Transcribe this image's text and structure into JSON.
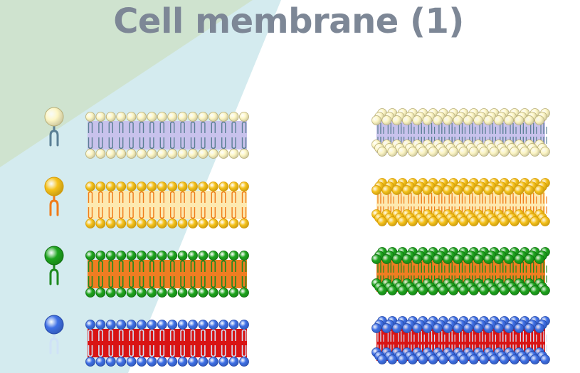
{
  "title": "Cell membrane (1)",
  "colors": {
    "background_green": "#cfe3cf",
    "background_blue": "#d4ebef",
    "title": "#7d8796"
  },
  "rows": [
    {
      "name": "pale-yellow",
      "head": "#fdf6c4",
      "head_edge": "#b7ac74",
      "tail": "#5a7f94",
      "core": "#c8c2ec",
      "tail_width": 1.4
    },
    {
      "name": "yellow",
      "head": "#f6c21a",
      "head_edge": "#d79a04",
      "tail": "#f07b19",
      "core": "#fde9b0",
      "tail_width": 1.4
    },
    {
      "name": "green",
      "head": "#1ea51e",
      "head_edge": "#0e6d0e",
      "tail": "#1e8a1e",
      "core": "#ef7d22",
      "tail_width": 1.6
    },
    {
      "name": "blue",
      "head": "#3f70e6",
      "head_edge": "#2447a8",
      "tail": "#cfe2f7",
      "core": "#d91414",
      "tail_width": 1.6
    }
  ]
}
